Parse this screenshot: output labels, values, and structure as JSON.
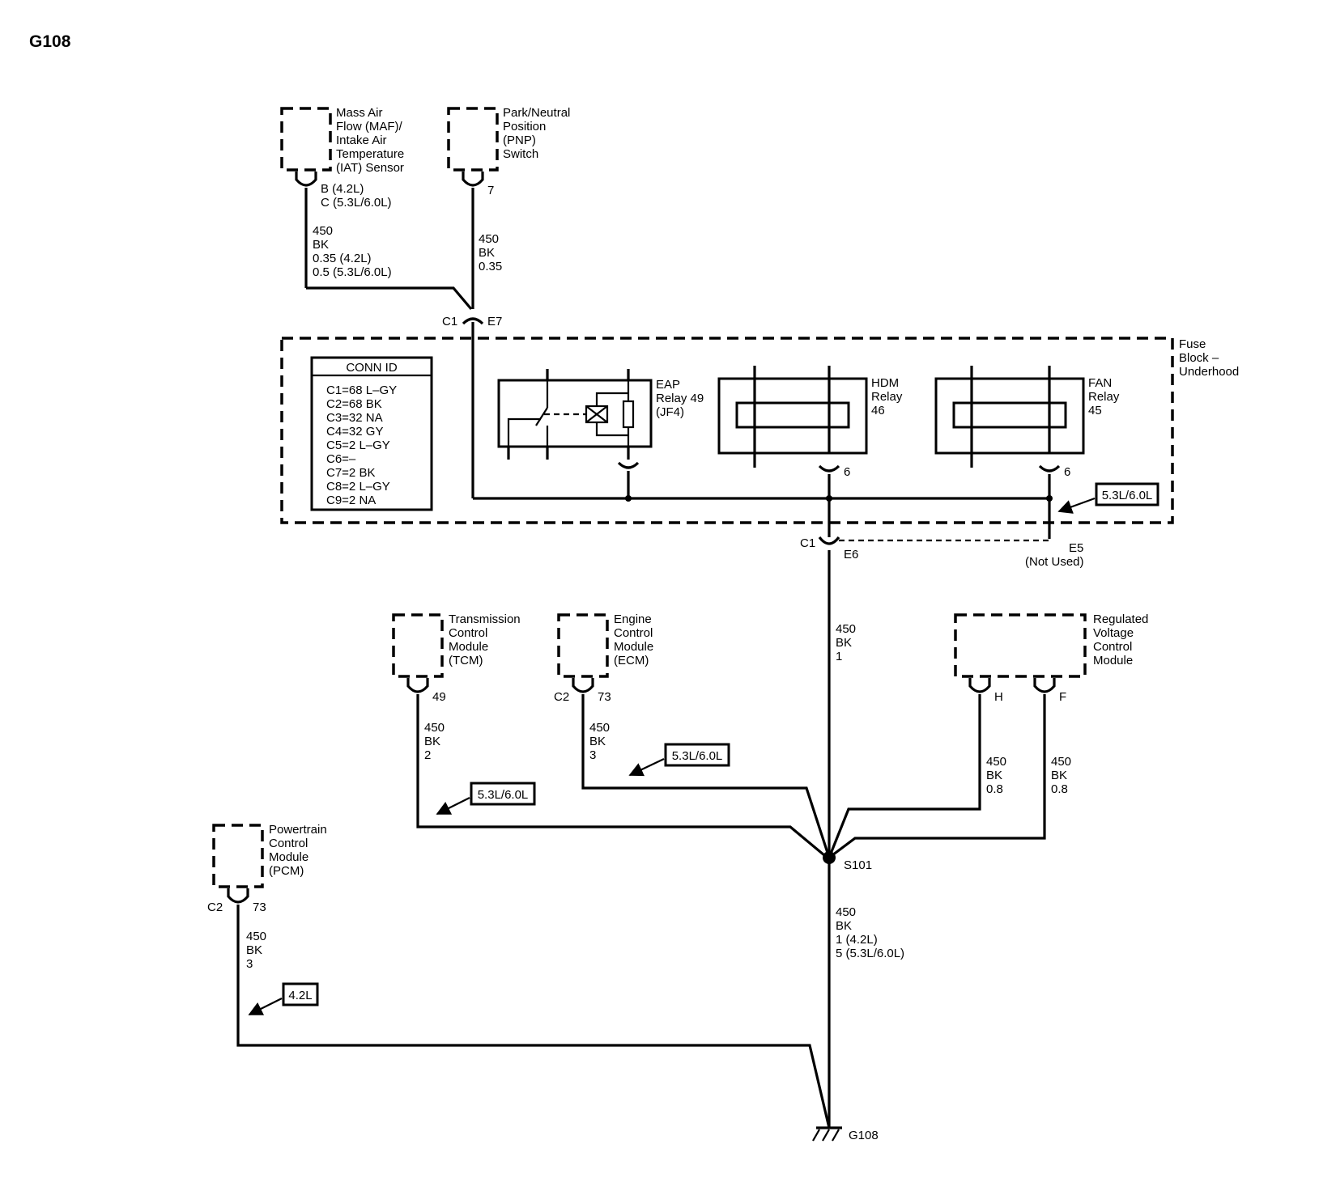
{
  "title": "G108",
  "components": {
    "maf": {
      "label": [
        "Mass Air",
        "Flow (MAF)/",
        "Intake Air",
        "Temperature",
        "(IAT) Sensor"
      ],
      "pin": [
        "B (4.2L)",
        "C (5.3L/6.0L)"
      ]
    },
    "pnp": {
      "label": [
        "Park/Neutral",
        "Position",
        "(PNP)",
        "Switch"
      ],
      "pin": "7"
    },
    "fuse_block": {
      "label": [
        "Fuse",
        "Block –",
        "Underhood"
      ]
    },
    "conn_id": {
      "title": "CONN ID",
      "rows": [
        "C1=68 L–GY",
        "C2=68 BK",
        "C3=32 NA",
        "C4=32 GY",
        "C5=2 L–GY",
        "C6=–",
        "C7=2 BK",
        "C8=2 L–GY",
        "C9=2 NA"
      ]
    },
    "eap_relay": {
      "label": [
        "EAP",
        "Relay 49",
        "(JF4)"
      ]
    },
    "hdm_relay": {
      "label": [
        "HDM",
        "Relay",
        "46"
      ],
      "pin": "6"
    },
    "fan_relay": {
      "label": [
        "FAN",
        "Relay",
        "45"
      ],
      "pin": "6"
    },
    "tcm": {
      "label": [
        "Transmission",
        "Control",
        "Module",
        "(TCM)"
      ],
      "pin": "49"
    },
    "ecm": {
      "label": [
        "Engine",
        "Control",
        "Module",
        "(ECM)"
      ],
      "conn": "C2",
      "pin": "73"
    },
    "rvcm": {
      "label": [
        "Regulated",
        "Voltage",
        "Control",
        "Module"
      ],
      "pin_h": "H",
      "pin_f": "F"
    },
    "pcm": {
      "label": [
        "Powertrain",
        "Control",
        "Module",
        "(PCM)"
      ],
      "conn": "C2",
      "pin": "73"
    }
  },
  "connectors": {
    "c1_e7": {
      "conn": "C1",
      "pin": "E7"
    },
    "c1_e6": {
      "conn": "C1",
      "pin": "E6"
    },
    "e5": {
      "pin": "E5",
      "note": "(Not Used)"
    }
  },
  "wires": {
    "maf": [
      "450",
      "BK",
      "0.35 (4.2L)",
      "0.5 (5.3L/6.0L)"
    ],
    "pnp": [
      "450",
      "BK",
      "0.35"
    ],
    "e6": [
      "450",
      "BK",
      "1"
    ],
    "tcm": [
      "450",
      "BK",
      "2"
    ],
    "ecm": [
      "450",
      "BK",
      "3"
    ],
    "rvcm_h": [
      "450",
      "BK",
      "0.8"
    ],
    "rvcm_f": [
      "450",
      "BK",
      "0.8"
    ],
    "ground": [
      "450",
      "BK",
      "1 (4.2L)",
      "5 (5.3L/6.0L)"
    ],
    "pcm": [
      "450",
      "BK",
      "3"
    ]
  },
  "splice": "S101",
  "ground": "G108",
  "callouts": {
    "fuse": "5.3L/6.0L",
    "ecm": "5.3L/6.0L",
    "tcm": "5.3L/6.0L",
    "pcm": "4.2L"
  }
}
